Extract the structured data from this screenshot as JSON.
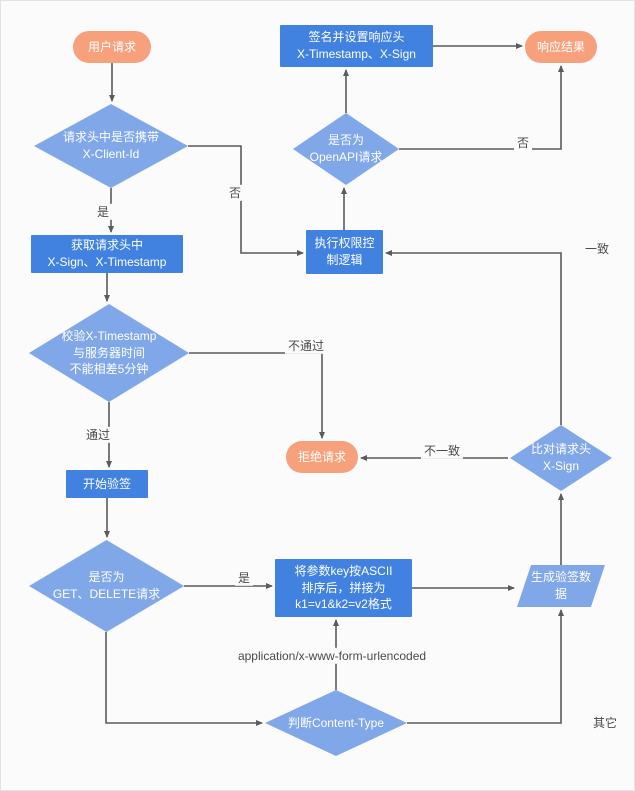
{
  "colors": {
    "terminal": "#f7a17c",
    "process": "#4182e0",
    "decision": "#80a7e8",
    "line": "#5b5b5b"
  },
  "nodes": {
    "user_request": {
      "label": "用户请求"
    },
    "check_client_id": {
      "label": "请求头中是否携带\nX-Client-Id"
    },
    "get_headers": {
      "label": "获取请求头中\nX-Sign、X-Timestamp"
    },
    "check_timestamp": {
      "label": "校验X-Timestamp\n与服务器时间\n不能相差5分钟"
    },
    "start_verify": {
      "label": "开始验签"
    },
    "check_get_delete": {
      "label": "是否为\nGET、DELETE请求"
    },
    "sort_params": {
      "label": "将参数key按ASCII\n排序后，拼接为\nk1=v1&k2=v2格式"
    },
    "gen_sign_data": {
      "label": "生成验签数\n据"
    },
    "check_content_type": {
      "label": "判断Content-Type"
    },
    "compare_sign": {
      "label": "比对请求头\nX-Sign"
    },
    "reject_request": {
      "label": "拒绝请求"
    },
    "auth_logic": {
      "label": "执行权限控\n制逻辑"
    },
    "check_openapi": {
      "label": "是否为\nOpenAPI请求"
    },
    "sign_headers": {
      "label": "签名并设置响应头\nX-Timestamp、X-Sign"
    },
    "response_result": {
      "label": "响应结果"
    }
  },
  "edge_labels": {
    "yes1": "是",
    "no1": "否",
    "pass": "通过",
    "fail": "不通过",
    "yes2": "是",
    "form_urlencoded": "application/x-www-form-urlencoded",
    "other": "其它",
    "mismatch": "不一致",
    "match": "一致",
    "no2": "否"
  }
}
